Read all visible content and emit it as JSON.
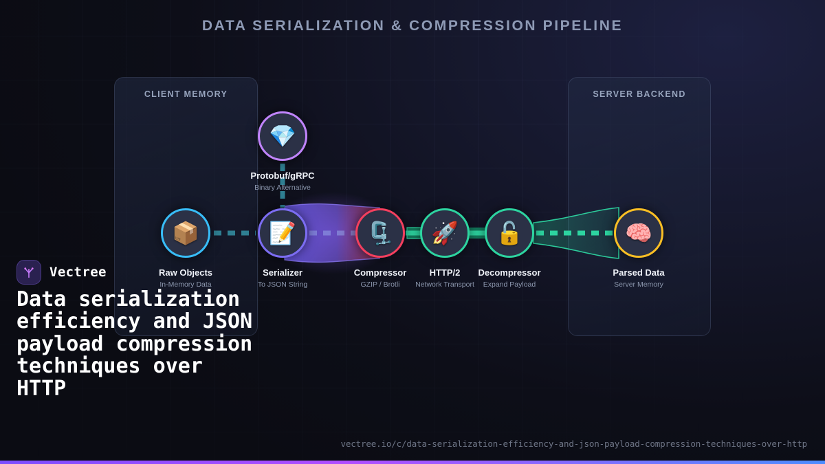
{
  "title": "DATA SERIALIZATION & COMPRESSION PIPELINE",
  "zones": {
    "client": {
      "label": "CLIENT MEMORY"
    },
    "server": {
      "label": "SERVER BACKEND"
    }
  },
  "nodes": [
    {
      "id": "raw-objects",
      "icon": "package-icon",
      "glyph": "📦",
      "title": "Raw Objects",
      "subtitle": "In-Memory Data",
      "ring_color": "#38bdf8"
    },
    {
      "id": "serializer",
      "icon": "memo-pencil-icon",
      "glyph": "📝",
      "title": "Serializer",
      "subtitle": "To JSON String",
      "ring_color": "#7c6df2"
    },
    {
      "id": "compressor",
      "icon": "clamp-icon",
      "glyph": "🗜️",
      "title": "Compressor",
      "subtitle": "GZIP / Brotli",
      "ring_color": "#f43f5e"
    },
    {
      "id": "http2",
      "icon": "rocket-icon",
      "glyph": "🚀",
      "title": "HTTP/2",
      "subtitle": "Network Transport",
      "ring_color": "#2dd4a0"
    },
    {
      "id": "decompressor",
      "icon": "unlocked-padlock-icon",
      "glyph": "🔓",
      "title": "Decompressor",
      "subtitle": "Expand Payload",
      "ring_color": "#2dd4a0"
    },
    {
      "id": "parsed-data",
      "icon": "brain-icon",
      "glyph": "🧠",
      "title": "Parsed Data",
      "subtitle": "Server Memory",
      "ring_color": "#fbbf24"
    },
    {
      "id": "protobuf",
      "icon": "gem-diamond-icon",
      "glyph": "💎",
      "title": "Protobuf/gRPC",
      "subtitle": "Binary Alternative",
      "ring_color": "#c084fc"
    }
  ],
  "brand": {
    "name": "Vectree",
    "logo_icon": "vectree-tree-logo"
  },
  "headline": "Data serialization efficiency and JSON payload compression techniques over HTTP",
  "url": "vectree.io/c/data-serialization-efficiency-and-json-payload-compression-techniques-over-http",
  "colors": {
    "accent_purple": "#7c4dff",
    "accent_magenta": "#b14dff",
    "accent_blue": "#4d8dff",
    "background": "#0c0d14",
    "title_text": "#8e9ab5",
    "dashed_flow_teal": "#2f7f92",
    "flow_green": "#2dd4a0"
  }
}
